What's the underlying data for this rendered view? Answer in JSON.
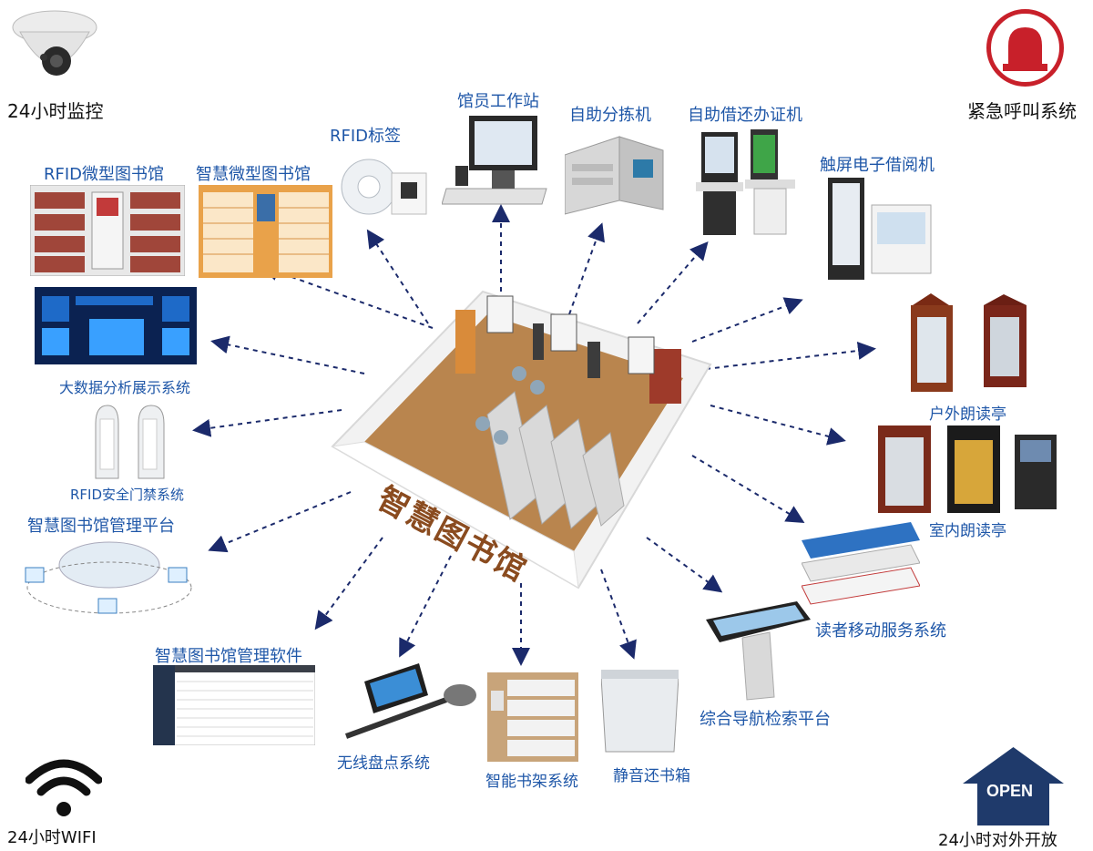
{
  "center": {
    "title": "智慧图书馆"
  },
  "corners": {
    "top_left": "24小时监控",
    "top_right": "紧急呼叫系统",
    "bottom_left": "24小时WIFI",
    "bottom_right": "24小时对外开放",
    "open_sign": "OPEN"
  },
  "items": {
    "rfid_mini_library": "RFID微型图书馆",
    "smart_mini_library": "智慧微型图书馆",
    "rfid_tag": "RFID标签",
    "librarian_workstation": "馆员工作站",
    "self_sorter": "自助分拣机",
    "self_checkout_card": "自助借还办证机",
    "touch_ebook": "触屏电子借阅机",
    "big_data": "大数据分析展示系统",
    "outdoor_booth": "户外朗读亭",
    "rfid_gate": "RFID安全门禁系统",
    "indoor_booth": "室内朗读亭",
    "mgmt_platform": "智慧图书馆管理平台",
    "mobile_service": "读者移动服务系统",
    "mgmt_software": "智慧图书馆管理软件",
    "wireless_inventory": "无线盘点系统",
    "smart_shelf": "智能书架系统",
    "silent_return": "静音还书箱",
    "nav_search": "综合导航检索平台"
  },
  "colors": {
    "label_blue": "#1f57a8",
    "arrow_navy": "#1b2a6b",
    "alarm_red": "#c8202a",
    "house_navy": "#1f3a6b"
  }
}
